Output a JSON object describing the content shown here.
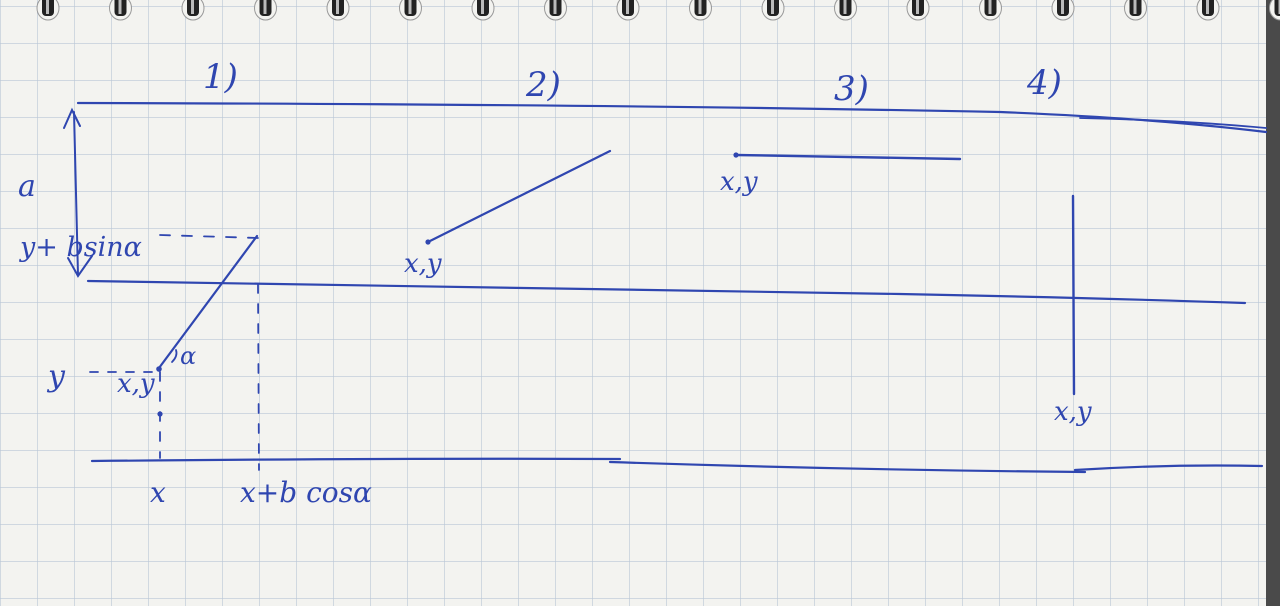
{
  "labels": {
    "case_1": "1)",
    "case_2": "2)",
    "case_3": "3)",
    "case_4": "4)",
    "a": "a",
    "y_plus_bsin": "y+ bsinα",
    "y": "y",
    "alpha": "α",
    "xy_1": "x,y",
    "xy_2": "x,y",
    "xy_3": "x,y",
    "xy_4": "x,y",
    "x": "x",
    "x_plus_bcos": "x+b cosα"
  },
  "colors": {
    "paper": "#f3f3f0",
    "grid": "#b9c6d6",
    "ink": "#2f46b0",
    "spiral": "#222222"
  }
}
